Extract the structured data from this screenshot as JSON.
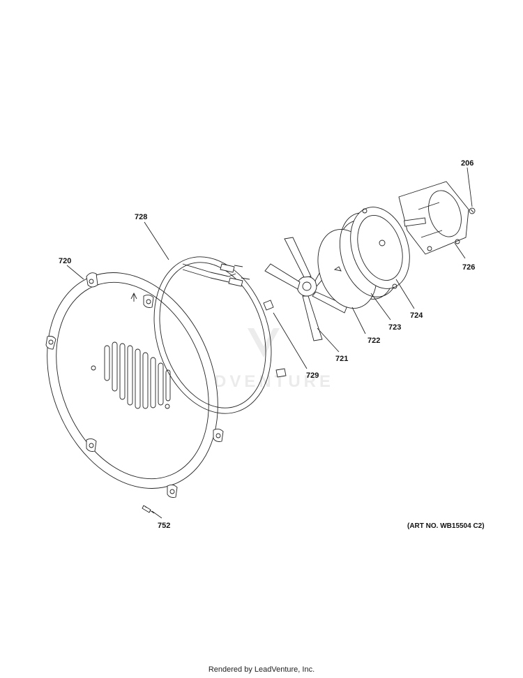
{
  "callouts": {
    "c206": "206",
    "c720": "720",
    "c721": "721",
    "c722": "722",
    "c723": "723",
    "c724": "724",
    "c726": "726",
    "c728": "728",
    "c729": "729",
    "c752": "752"
  },
  "art_number": "(ART NO. WB15504 C2)",
  "watermark": "LEADVENTURE",
  "footer": "Rendered by LeadVenture, Inc.",
  "colors": {
    "line": "#222222",
    "background": "#ffffff",
    "watermark": "#c8c8c8"
  }
}
